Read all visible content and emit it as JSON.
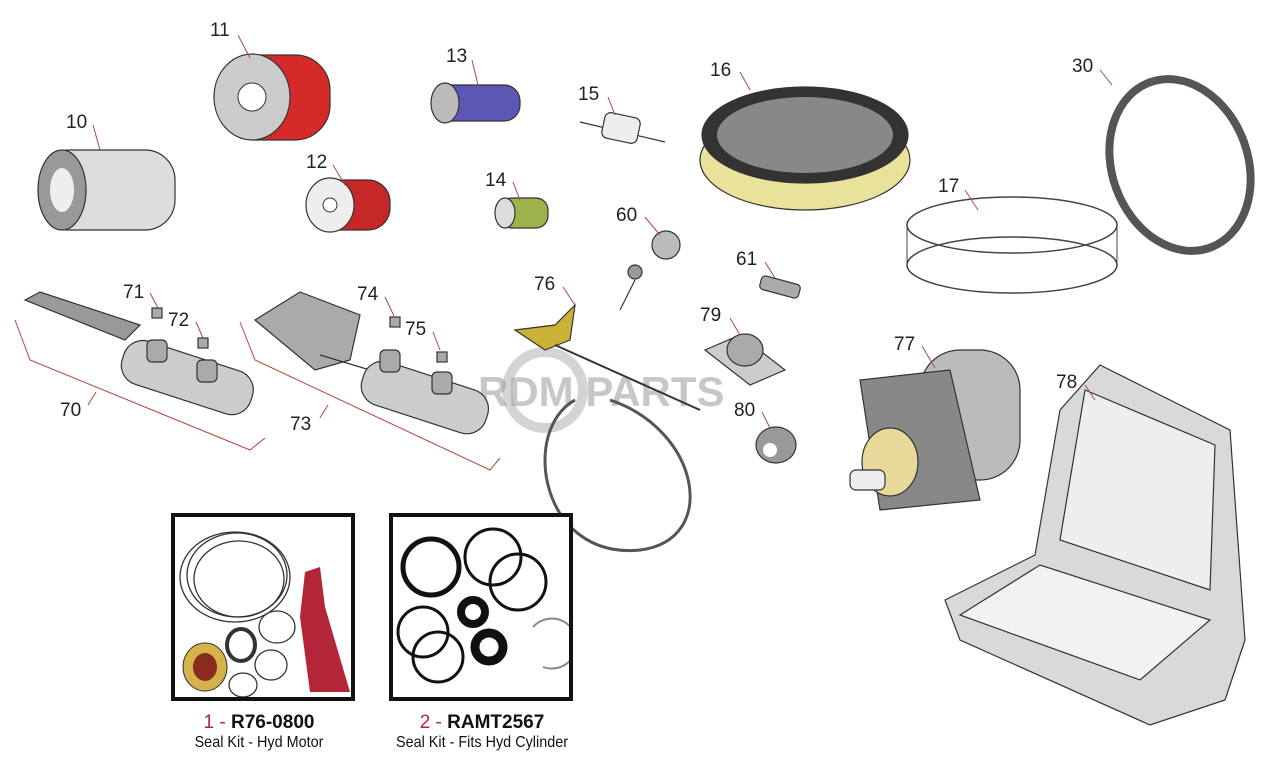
{
  "labels": {
    "p10": "10",
    "p11": "11",
    "p12": "12",
    "p13": "13",
    "p14": "14",
    "p15": "15",
    "p16": "16",
    "p17": "17",
    "p30": "30",
    "p60": "60",
    "p61": "61",
    "p70": "70",
    "p71": "71",
    "p72": "72",
    "p73": "73",
    "p74": "74",
    "p75": "75",
    "p76": "76",
    "p77": "77",
    "p78": "78",
    "p79": "79",
    "p80": "80"
  },
  "watermark": "RDM PARTS",
  "kits": [
    {
      "index": "1",
      "sep": " - ",
      "part_number": "R76-0800",
      "description": "Seal Kit - Hyd Motor"
    },
    {
      "index": "2",
      "sep": " - ",
      "part_number": "RAMT2567",
      "description": "Seal Kit - Fits Hyd Cylinder"
    }
  ],
  "colors": {
    "accent": "#b3263a",
    "filter_red": "#d42a2a",
    "filter_yellow": "#e9e29a",
    "leader": "#b5473f"
  }
}
